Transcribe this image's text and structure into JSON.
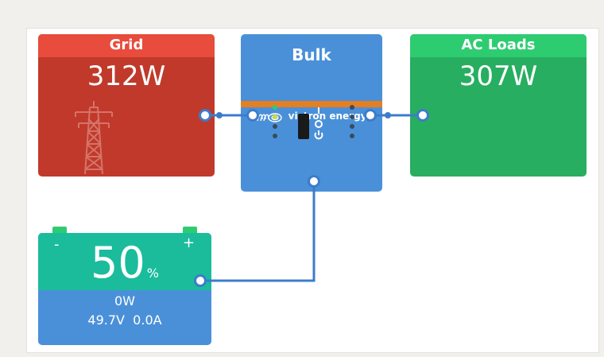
{
  "grid": {
    "label": "Grid",
    "power": "312W"
  },
  "ac_loads": {
    "label": "AC Loads",
    "power": "307W"
  },
  "inverter": {
    "state": "Bulk",
    "brand": "victron energy"
  },
  "battery": {
    "soc": "50",
    "soc_unit": "%",
    "minus_label": "-",
    "plus_label": "+",
    "power": "0W",
    "voltage": "49.7V",
    "current": "0.0A"
  },
  "colors": {
    "grid": "#c0392b",
    "grid_header": "#e74c3c",
    "ac_loads": "#27ae60",
    "ac_loads_header": "#2ecc71",
    "inverter": "#4a90d9",
    "inverter_stripe": "#e67e22",
    "battery_top": "#1abc9c",
    "battery_bottom": "#4a90d9",
    "connection": "#3d7cc9"
  },
  "icons": {
    "grid": "power-pylon-icon",
    "inverter_logo": "victron-swirl-icon",
    "inverter_switch": "power-switch-icon"
  }
}
